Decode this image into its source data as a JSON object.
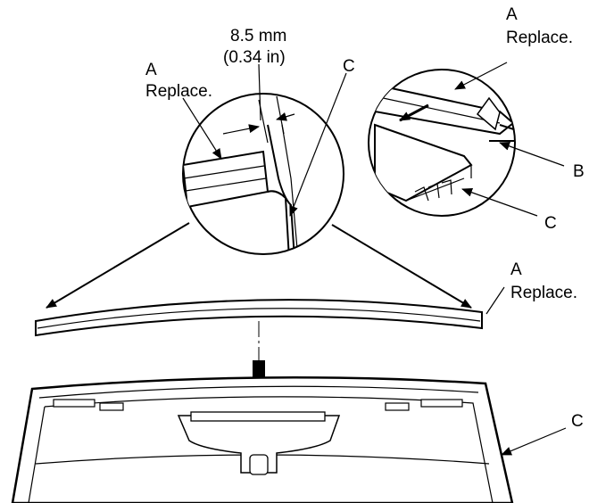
{
  "labels": {
    "dimension_mm": "8.5 mm",
    "dimension_in": "(0.34 in)",
    "left_detail_letter": "A",
    "left_detail_note": "Replace.",
    "left_detail_c": "C",
    "right_detail_letter": "A",
    "right_detail_note": "Replace.",
    "right_detail_b": "B",
    "right_detail_c": "C",
    "molding_letter": "A",
    "molding_note": "Replace.",
    "windshield_c": "C"
  }
}
